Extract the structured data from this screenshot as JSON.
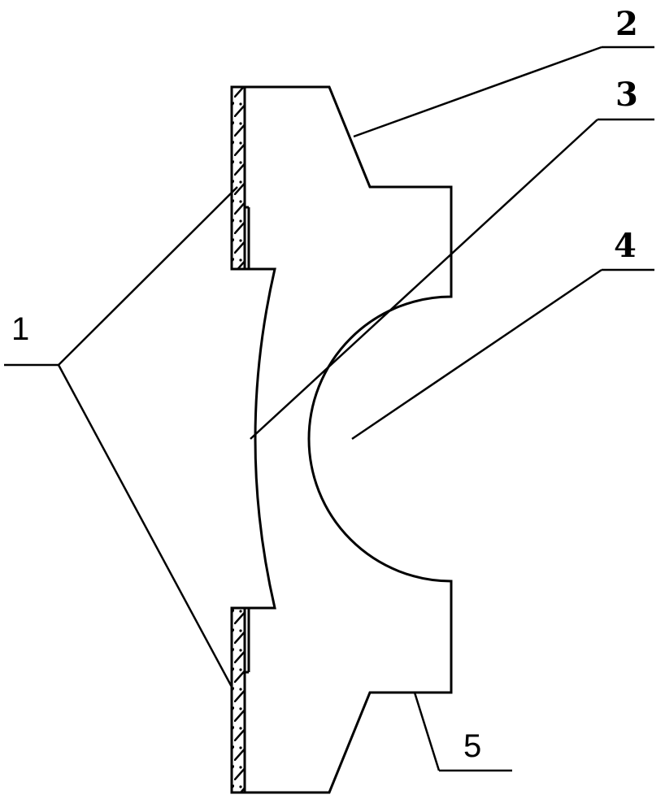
{
  "figure": {
    "type": "patent cross-section drawing",
    "colors": {
      "line": "#000000",
      "background": "#ffffff"
    },
    "labels": [
      {
        "id": "1",
        "text": "1",
        "refers_to": "hatched edge strips (top and bottom)"
      },
      {
        "id": "2",
        "text": "2",
        "refers_to": "upper slanted shoulder of body"
      },
      {
        "id": "3",
        "text": "3",
        "refers_to": "left concave curved surface"
      },
      {
        "id": "4",
        "text": "4",
        "refers_to": "right semicircular recess"
      },
      {
        "id": "5",
        "text": "5",
        "refers_to": "lower slanted shoulder of body"
      }
    ]
  }
}
